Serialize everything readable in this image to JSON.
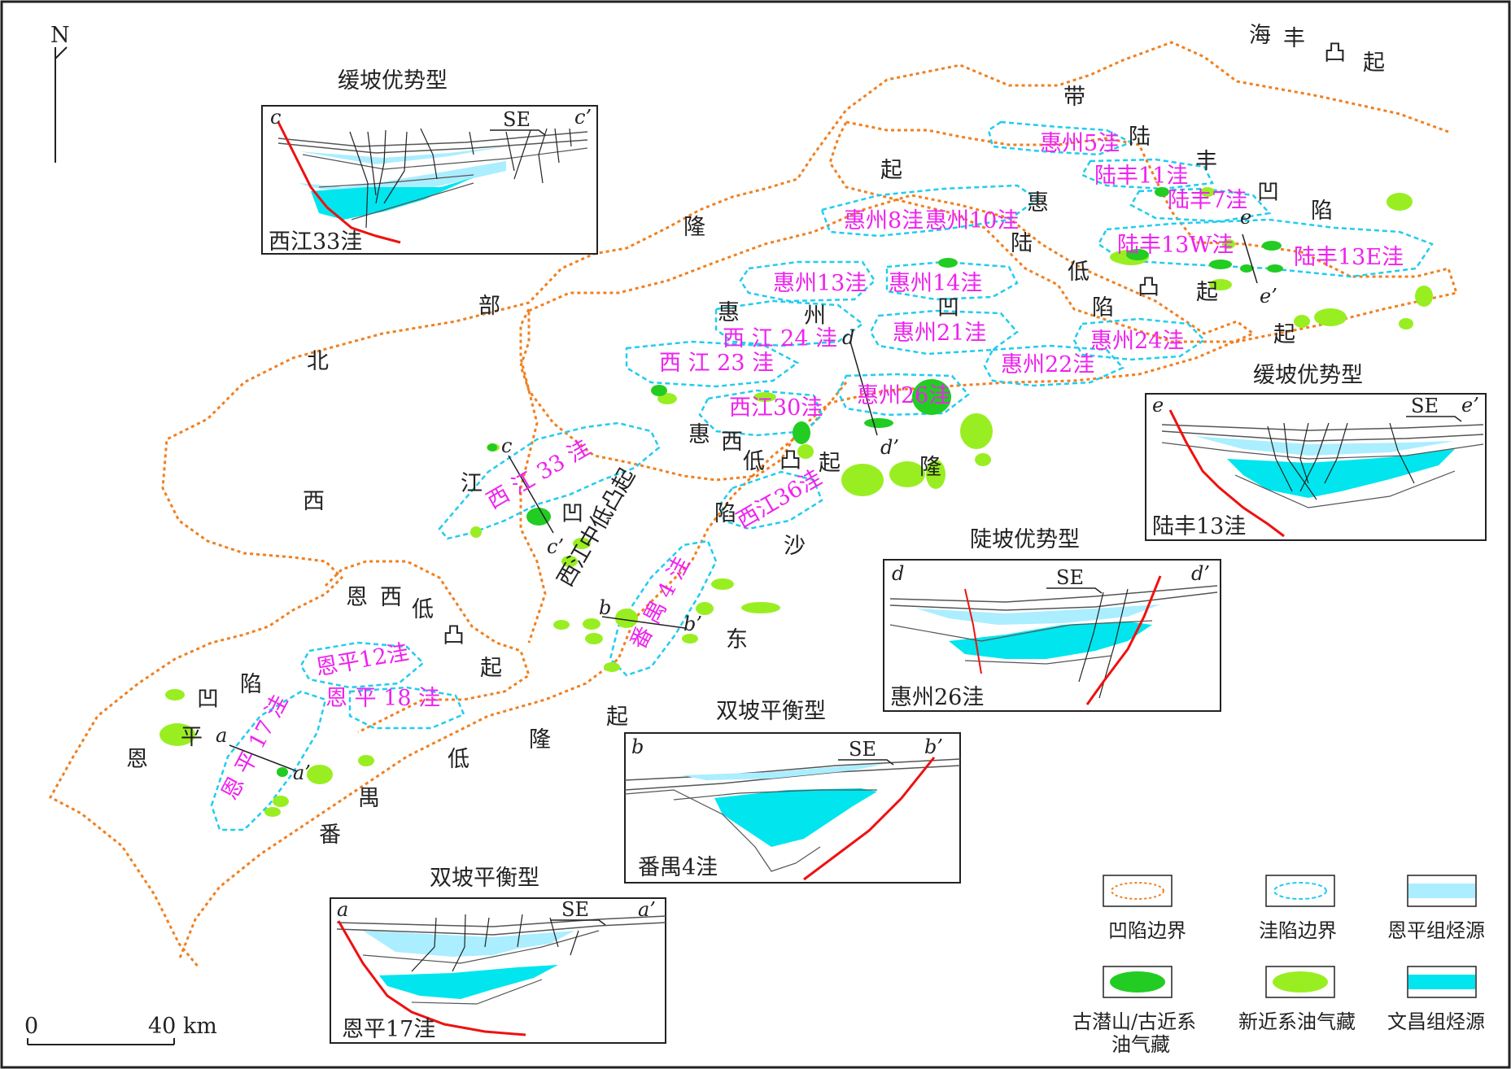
{
  "north_label": "N",
  "scale": {
    "zero": "0",
    "end": "40 km"
  },
  "regions": {
    "haifeng": [
      "海",
      "丰",
      "凸",
      "起"
    ],
    "luhong": [
      "陆",
      "丰",
      "凹",
      "陷"
    ],
    "huizhou": [
      "惠",
      "州",
      "凹"
    ],
    "huilu": [
      "惠",
      "陆",
      "低",
      "凸",
      "起"
    ],
    "dai_qi": [
      "带",
      "起"
    ],
    "north": [
      "隆",
      "部",
      "北"
    ],
    "xijiang": [
      "江",
      "凹",
      "西"
    ],
    "xijiang_mid": "西江中低凸起",
    "huixi": [
      "惠",
      "西",
      "低",
      "凸",
      "起"
    ],
    "dongsha": [
      "隆",
      "沙",
      "东",
      "陷"
    ],
    "enxi": [
      "恩",
      "西",
      "低",
      "凸",
      "起"
    ],
    "enping": [
      "陷",
      "凹",
      "平",
      "恩"
    ],
    "panyu": [
      "起",
      "隆",
      "低",
      "禺",
      "番"
    ],
    "luqi": "起"
  },
  "subsags": {
    "hz5": "惠州5洼",
    "lf11": "陆丰11洼",
    "lf7": "陆丰7洼",
    "hz8": "惠州8洼",
    "hz10": "惠州10洼",
    "lf13w": "陆丰13W洼",
    "lf13e": "陆丰13E洼",
    "hz13": "惠州13洼",
    "hz14": "惠州14洼",
    "xj24": "西 江 24 洼",
    "hz21": "惠州21洼",
    "xj23": "西 江 23 洼",
    "hz24": "惠州24洼",
    "hz22": "惠州22洼",
    "hz26": "惠州26洼",
    "xj30": "西江30洼",
    "xj33": "西 江 33 洼",
    "xj36": "西江36洼",
    "py4": "番 禺 4 洼",
    "ep12": "恩平12洼",
    "ep17": "恩 平 17 洼",
    "ep18": "恩 平 18 洼"
  },
  "points": {
    "c": "c",
    "c2": "c’",
    "d": "d",
    "d2": "d’",
    "e": "e",
    "e2": "e’",
    "b": "b",
    "b2": "b’",
    "a": "a",
    "a2": "a’"
  },
  "sections": [
    {
      "id": "c",
      "type": "缓坡优势型",
      "name": "西江33洼",
      "left": "c",
      "right": "c’",
      "dir": "SE"
    },
    {
      "id": "e",
      "type": "缓坡优势型",
      "name": "陆丰13洼",
      "left": "e",
      "right": "e’",
      "dir": "SE"
    },
    {
      "id": "d",
      "type": "陡坡优势型",
      "name": "惠州26洼",
      "left": "d",
      "right": "d’",
      "dir": "SE"
    },
    {
      "id": "b",
      "type": "双坡平衡型",
      "name": "番禺4洼",
      "left": "b",
      "right": "b’",
      "dir": "SE"
    },
    {
      "id": "a",
      "type": "双坡平衡型",
      "name": "恩平17洼",
      "left": "a",
      "right": "a’",
      "dir": "SE"
    }
  ],
  "legend": [
    {
      "key": "sag-boundary",
      "label": "凹陷边界"
    },
    {
      "key": "subsag-boundary",
      "label": "洼陷边界"
    },
    {
      "key": "enping-source",
      "label": "恩平组烃源"
    },
    {
      "key": "buried-hill",
      "label": "古潜山/古近系",
      "label2": "油气藏"
    },
    {
      "key": "neogene",
      "label": "新近系油气藏"
    },
    {
      "key": "wenchang-source",
      "label": "文昌组烃源"
    }
  ],
  "colors": {
    "sag_boundary": "#f08020",
    "subsag_boundary": "#22ccee",
    "enping_source": "#aaeeff",
    "wenchang_source": "#00e5ee",
    "buried_hill": "#22cc22",
    "neogene": "#99ee22",
    "subsag_label": "#ee22ee",
    "fault": "#ee1111"
  }
}
